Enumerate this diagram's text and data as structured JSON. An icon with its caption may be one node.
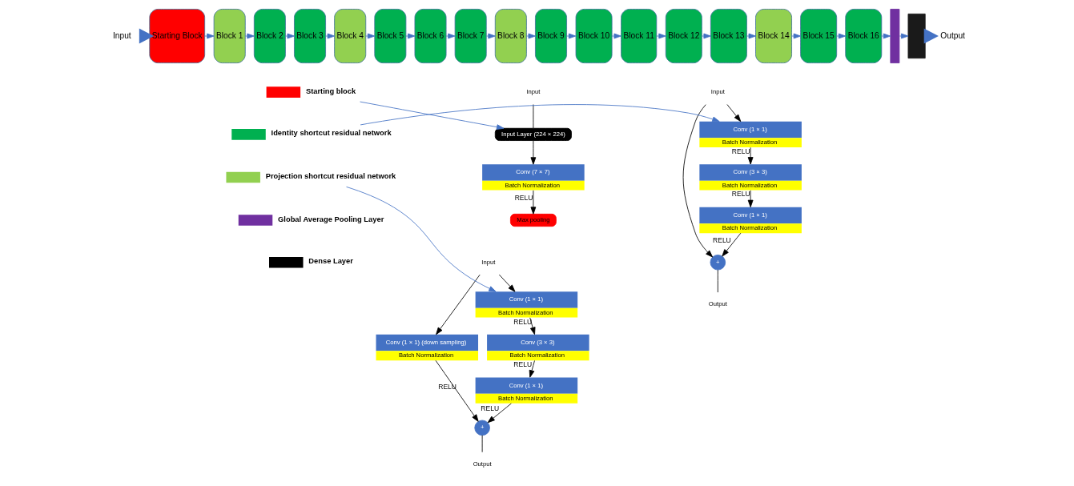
{
  "diagram": {
    "nodes": [
      {
        "text": [
          "Input"
        ]
      },
      {
        "text": [
          "Starting Block"
        ]
      },
      {
        "text": [
          "Block 1"
        ]
      },
      {
        "text": [
          "Block 2"
        ]
      },
      {
        "text": [
          "Block 3"
        ]
      },
      {
        "text": [
          "Block 4"
        ]
      },
      {
        "text": [
          "Block 5"
        ]
      },
      {
        "text": [
          "Block 6"
        ]
      },
      {
        "text": [
          "Block 7"
        ]
      },
      {
        "text": [
          "Block 8"
        ]
      },
      {
        "text": [
          "Block 9"
        ]
      },
      {
        "text": [
          "Block 10"
        ]
      },
      {
        "text": [
          "Block 11"
        ]
      },
      {
        "text": [
          "Block 12"
        ]
      },
      {
        "text": [
          "Block 13"
        ]
      },
      {
        "text": [
          "Block 14"
        ]
      },
      {
        "text": [
          "Block 15"
        ]
      },
      {
        "text": [
          "Block 16"
        ]
      },
      {
        "text": [],
        "shape": "bar"
      },
      {
        "text": [],
        "shape": "box"
      },
      {
        "text": [
          "Output"
        ]
      },
      {
        "text": [
          "Input"
        ]
      },
      {
        "text": [
          "Input Layer (224 × 224)"
        ]
      },
      {
        "text": [
          "Conv (7 × 7)",
          "Batch Normalization"
        ]
      },
      {
        "text": [
          "Max pooling"
        ]
      },
      {
        "text": [
          "Input"
        ]
      },
      {
        "text": [
          "Conv (1 × 1)",
          "Batch Normalization"
        ]
      },
      {
        "text": [
          "Conv (3 × 3)",
          "Batch Normalization"
        ]
      },
      {
        "text": [
          "Conv (1 × 1)",
          "Batch Normalization"
        ]
      },
      {
        "text": [
          "Conv (1 × 1) (down sampling)",
          "Batch Normalization"
        ]
      },
      {
        "text": [
          "+"
        ]
      },
      {
        "text": [
          "Output"
        ]
      },
      {
        "text": [
          "Input"
        ]
      },
      {
        "text": [
          "Conv (1 × 1)",
          "Batch Normalization"
        ]
      },
      {
        "text": [
          "Conv (3 × 3)",
          "Batch Normalization"
        ]
      },
      {
        "text": [
          "Conv (1 × 1)",
          "Batch Normalization"
        ]
      },
      {
        "text": [
          "+"
        ]
      },
      {
        "text": [
          "Output"
        ]
      },
      {
        "text": [
          "Starting block"
        ]
      },
      {
        "text": [
          "Identity shortcut residual network"
        ]
      },
      {
        "text": [
          "Projection shortcut residual network"
        ]
      }
    ],
    "edges": [
      {
        "from": 0,
        "to": 1,
        "arrow": "to",
        "style": "thick"
      },
      {
        "from": 1,
        "to": 2,
        "arrow": "to"
      },
      {
        "from": 2,
        "to": 3,
        "arrow": "to"
      },
      {
        "from": 3,
        "to": 4,
        "arrow": "to"
      },
      {
        "from": 4,
        "to": 5,
        "arrow": "to"
      },
      {
        "from": 5,
        "to": 6,
        "arrow": "to"
      },
      {
        "from": 6,
        "to": 7,
        "arrow": "to"
      },
      {
        "from": 7,
        "to": 8,
        "arrow": "to"
      },
      {
        "from": 8,
        "to": 9,
        "arrow": "to"
      },
      {
        "from": 9,
        "to": 10,
        "arrow": "to"
      },
      {
        "from": 10,
        "to": 11,
        "arrow": "to"
      },
      {
        "from": 11,
        "to": 12,
        "arrow": "to"
      },
      {
        "from": 12,
        "to": 13,
        "arrow": "to"
      },
      {
        "from": 13,
        "to": 14,
        "arrow": "to"
      },
      {
        "from": 14,
        "to": 15,
        "arrow": "to"
      },
      {
        "from": 15,
        "to": 16,
        "arrow": "to"
      },
      {
        "from": 16,
        "to": 17,
        "arrow": "to"
      },
      {
        "from": 17,
        "to": 18,
        "arrow": "to"
      },
      {
        "from": 18,
        "to": 19,
        "arrow": "to"
      },
      {
        "from": 19,
        "to": 20,
        "arrow": "to",
        "style": "thick"
      },
      {
        "from": 21,
        "to": 22,
        "arrow": "none",
        "color": "#000000"
      },
      {
        "from": 22,
        "to": 23,
        "arrow": "to",
        "color": "#000000"
      },
      {
        "from": 23,
        "to": 24,
        "arrow": "to",
        "label": "RELU",
        "color": "#000000"
      },
      {
        "from": 25,
        "to": 26,
        "arrow": "to",
        "color": "#000000"
      },
      {
        "from": 25,
        "to": 29,
        "arrow": "to",
        "color": "#000000"
      },
      {
        "from": 26,
        "to": 27,
        "arrow": "to",
        "label": "RELU",
        "color": "#000000"
      },
      {
        "from": 27,
        "to": 28,
        "arrow": "to",
        "label": "RELU",
        "color": "#000000"
      },
      {
        "from": 28,
        "to": 30,
        "arrow": "to",
        "label": "RELU",
        "color": "#000000"
      },
      {
        "from": 29,
        "to": 30,
        "arrow": "to",
        "label": "RELU",
        "color": "#000000"
      },
      {
        "from": 30,
        "to": 31,
        "arrow": "none",
        "color": "#000000"
      },
      {
        "from": 32,
        "to": 33,
        "arrow": "to",
        "color": "#000000"
      },
      {
        "from": 32,
        "to": 36,
        "arrow": "to",
        "color": "#000000"
      },
      {
        "from": 33,
        "to": 34,
        "arrow": "to",
        "label": "RELU",
        "color": "#000000"
      },
      {
        "from": 34,
        "to": 35,
        "arrow": "to",
        "label": "RELU",
        "color": "#000000"
      },
      {
        "from": 35,
        "to": 36,
        "arrow": "to",
        "label": "RELU",
        "color": "#000000"
      },
      {
        "from": 36,
        "to": 37,
        "arrow": "none",
        "color": "#000000"
      },
      {
        "from": 38,
        "to": 22,
        "arrow": "to"
      },
      {
        "from": 39,
        "to": 33,
        "arrow": "to"
      },
      {
        "from": 40,
        "to": 26,
        "arrow": "to"
      }
    ],
    "legend": [
      {
        "text": "Global Average Pooling Layer",
        "color": "#7030a0"
      },
      {
        "text": "Dense Layer",
        "color": "#000000"
      }
    ]
  }
}
